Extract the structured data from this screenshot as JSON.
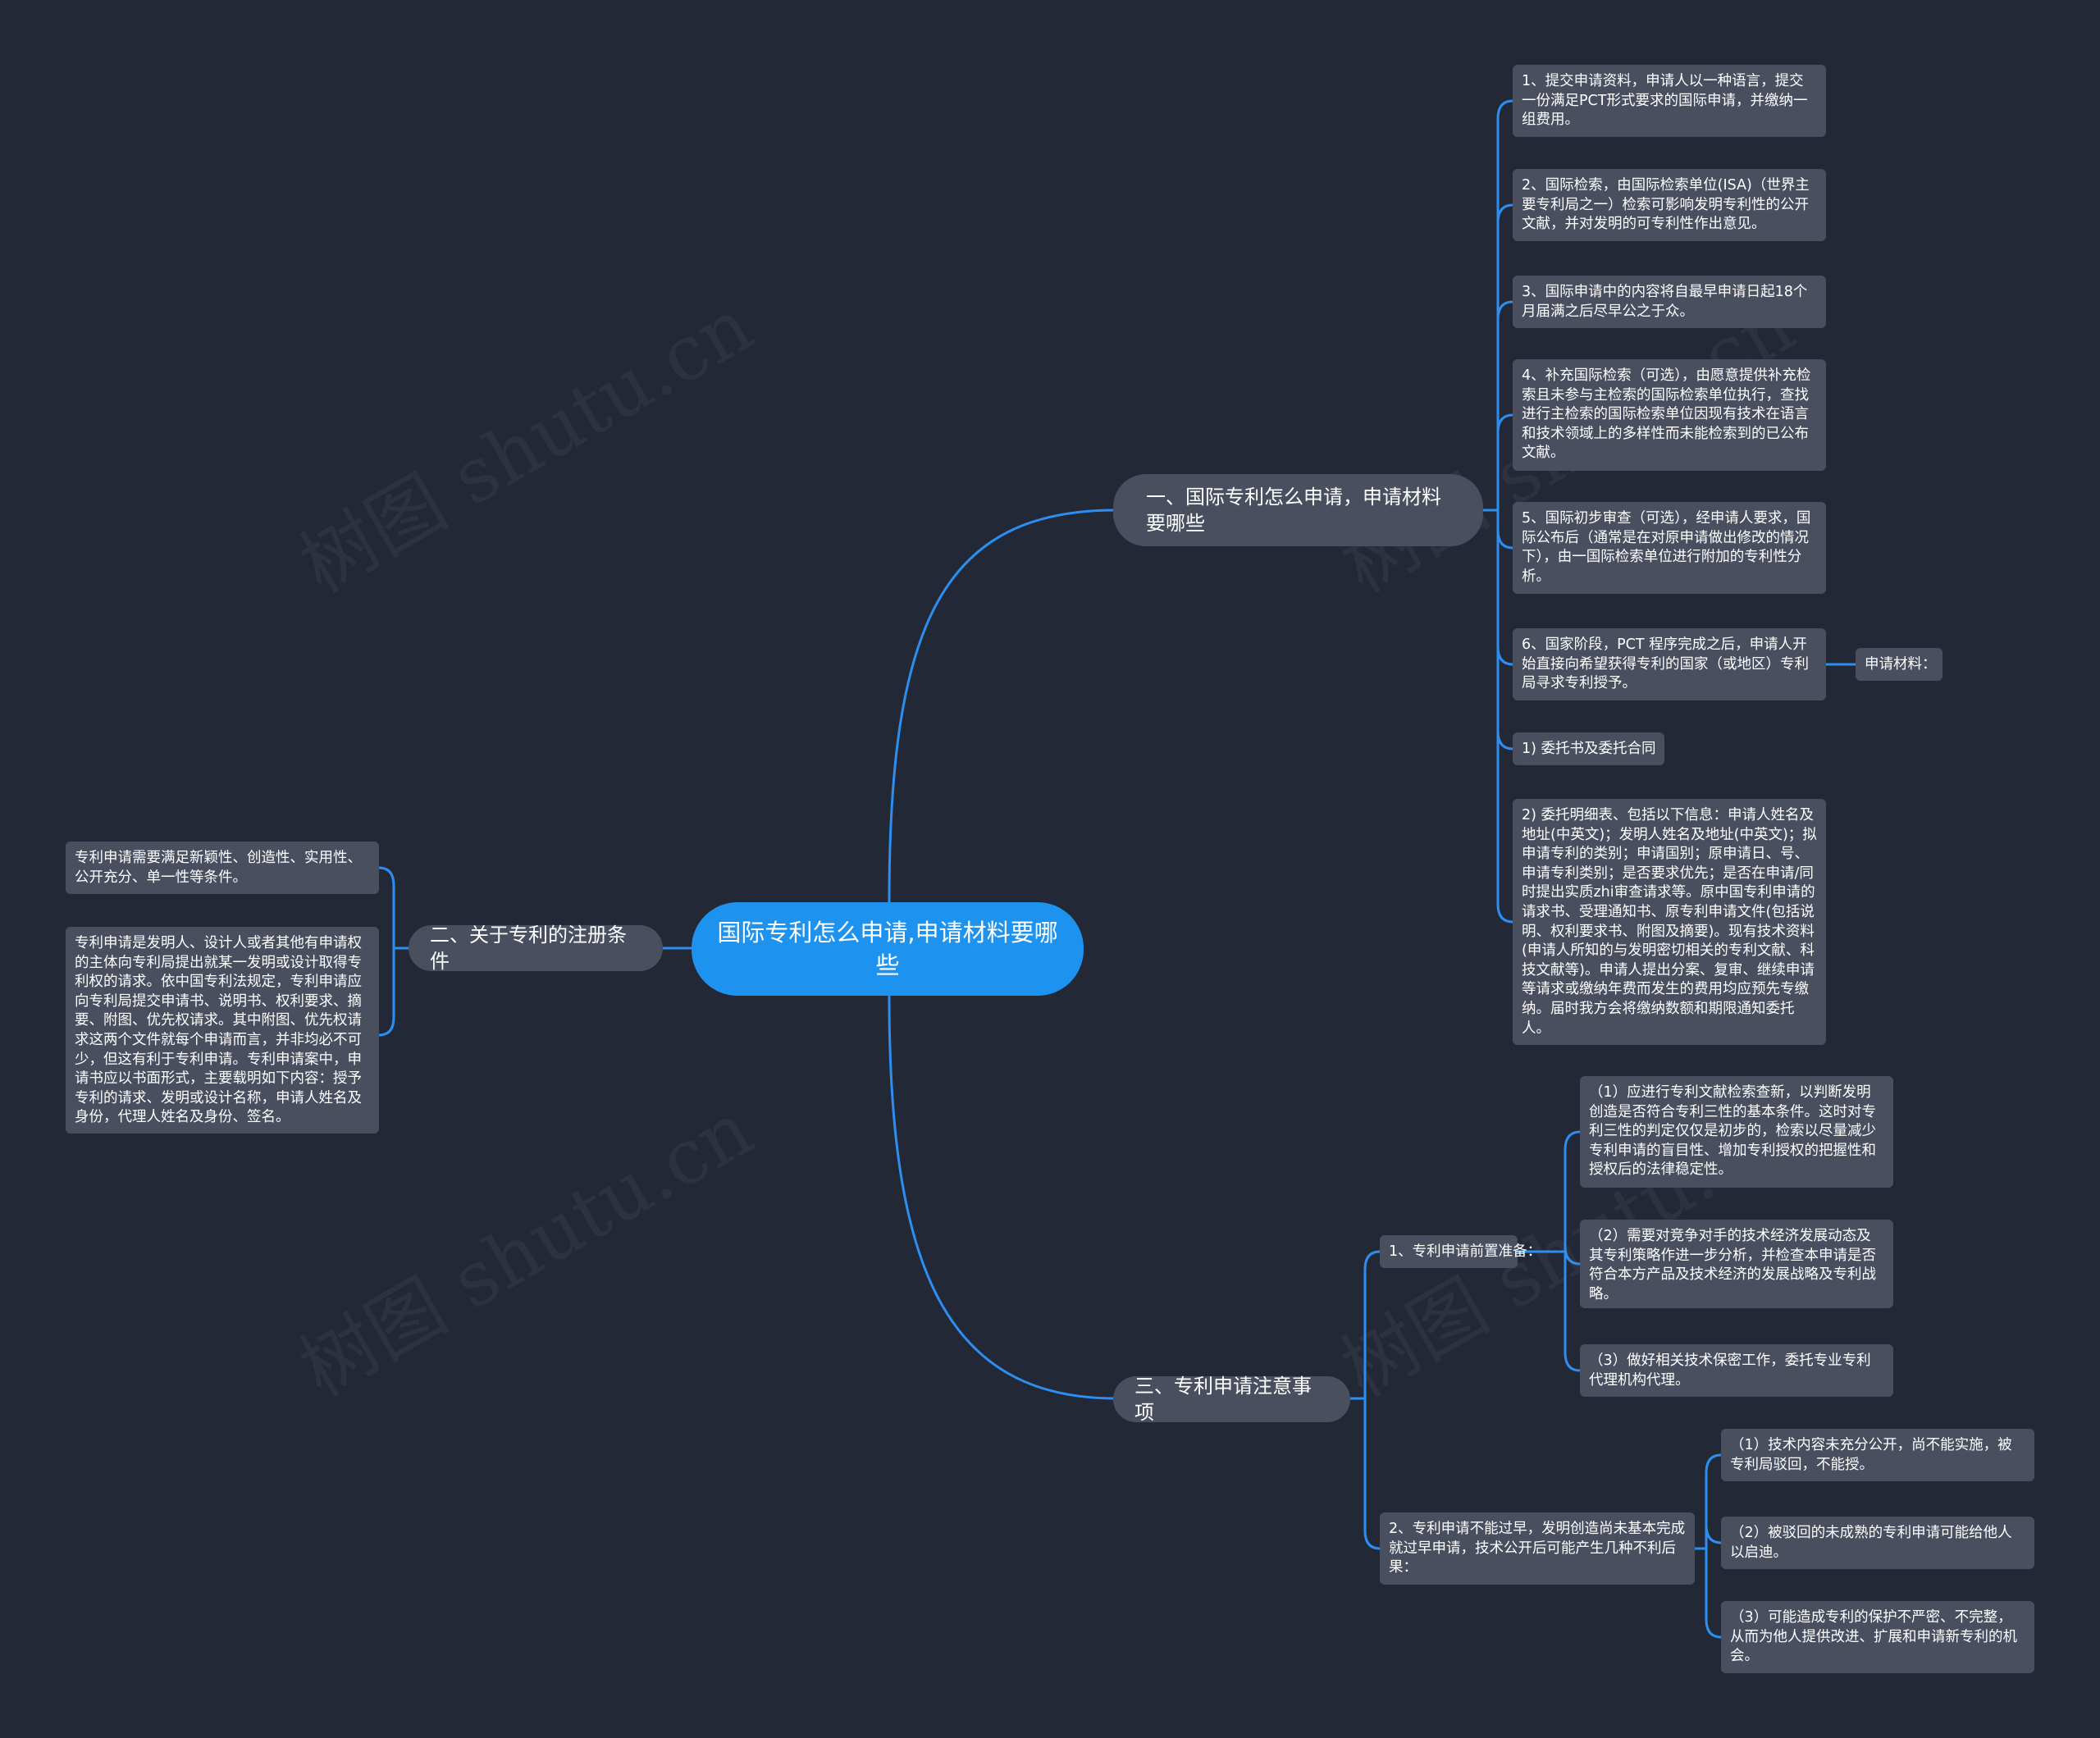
{
  "root": {
    "title": "国际专利怎么申请,申请材料要哪些"
  },
  "branches": {
    "b1": {
      "label": "一、国际专利怎么申请，申请材料要哪些"
    },
    "b2": {
      "label": "二、关于专利的注册条件"
    },
    "b3": {
      "label": "三、专利申请注意事项"
    }
  },
  "b1_items": [
    "1、提交申请资料，申请人以一种语言，提交一份满足PCT形式要求的国际申请，并缴纳一组费用。",
    "2、国际检索，由国际检索单位(ISA)（世界主要专利局之一）检索可影响发明专利性的公开文献，并对发明的可专利性作出意见。",
    "3、国际申请中的内容将自最早申请日起18个月届满之后尽早公之于众。",
    "4、补充国际检索（可选），由愿意提供补充检索且未参与主检索的国际检索单位执行，查找进行主检索的国际检索单位因现有技术在语言和技术领域上的多样性而未能检索到的已公布文献。",
    "5、国际初步审查（可选），经申请人要求，国际公布后（通常是在对原申请做出修改的情况下），由一国际检索单位进行附加的专利性分析。",
    "6、国家阶段，PCT 程序完成之后，申请人开始直接向希望获得专利的国家（或地区）专利局寻求专利授予。",
    "1) 委托书及委托合同",
    "2) 委托明细表、包括以下信息：申请人姓名及地址(中英文)；发明人姓名及地址(中英文)；拟申请专利的类别；申请国别；原申请日、号、申请专利类别；是否要求优先；是否在申请/同时提出实质zhi审查请求等。原中国专利申请的请求书、受理通知书、原专利申请文件(包括说明、权利要求书、附图及摘要)。现有技术资料(申请人所知的与发明密切相关的专利文献、科技文献等)。申请人提出分案、复审、继续申请等请求或缴纳年费而发生的费用均应预先专缴纳。届时我方会将缴纳数额和期限通知委托人。"
  ],
  "b1_sub": {
    "label": "申请材料："
  },
  "b2_items": [
    "专利申请需要满足新颖性、创造性、实用性、公开充分、单一性等条件。",
    "专利申请是发明人、设计人或者其他有申请权的主体向专利局提出就某一发明或设计取得专利权的请求。依中国专利法规定，专利申请应向专利局提交申请书、说明书、权利要求、摘要、附图、优先权请求。其中附图、优先权请求这两个文件就每个申请而言，并非均必不可少，但这有利于专利申请。专利申请案中，申请书应以书面形式，主要载明如下内容：授予专利的请求、发明或设计名称，申请人姓名及身份，代理人姓名及身份、签名。"
  ],
  "b3_groups": [
    {
      "label": "1、专利申请前置准备：",
      "items": [
        "（1）应进行专利文献检索查新，以判断发明创造是否符合专利三性的基本条件。这时对专利三性的判定仅仅是初步的，检索以尽量减少专利申请的盲目性、增加专利授权的把握性和授权后的法律稳定性。",
        "（2）需要对竞争对手的技术经济发展动态及其专利策略作进一步分析，并检查本申请是否符合本方产品及技术经济的发展战略及专利战略。",
        "（3）做好相关技术保密工作，委托专业专利代理机构代理。"
      ]
    },
    {
      "label": "2、专利申请不能过早，发明创造尚未基本完成就过早申请，技术公开后可能产生几种不利后果：",
      "items": [
        "（1）技术内容未充分公开，尚不能实施，被专利局驳回，不能授。",
        "（2）被驳回的未成熟的专利申请可能给他人以启迪。",
        "（3）可能造成专利的保护不严密、不完整，从而为他人提供改进、扩展和申请新专利的机会。"
      ]
    }
  ],
  "watermark": {
    "text": "树图 shutu.cn"
  }
}
